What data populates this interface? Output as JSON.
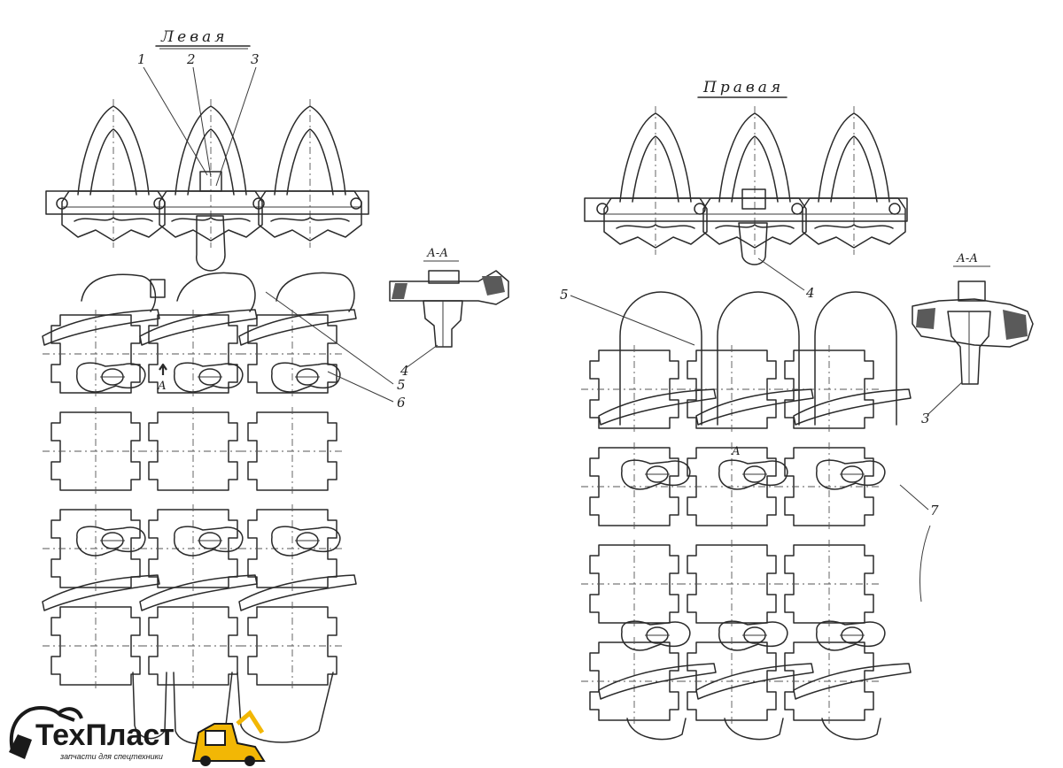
{
  "drawing": {
    "left": {
      "title": "Левая",
      "callouts": [
        "1",
        "2",
        "3",
        "4",
        "5",
        "6"
      ],
      "section_label": "А-А",
      "view_mark": "А"
    },
    "right": {
      "title": "Правая",
      "callouts": [
        "4",
        "5",
        "3",
        "7"
      ],
      "section_label": "А-А",
      "view_mark": "А"
    }
  },
  "logo": {
    "name": "ТехПласт",
    "tagline": "запчасти для спецтехники",
    "colors": {
      "accent": "#f2b705",
      "ink": "#1a1a1a"
    }
  }
}
